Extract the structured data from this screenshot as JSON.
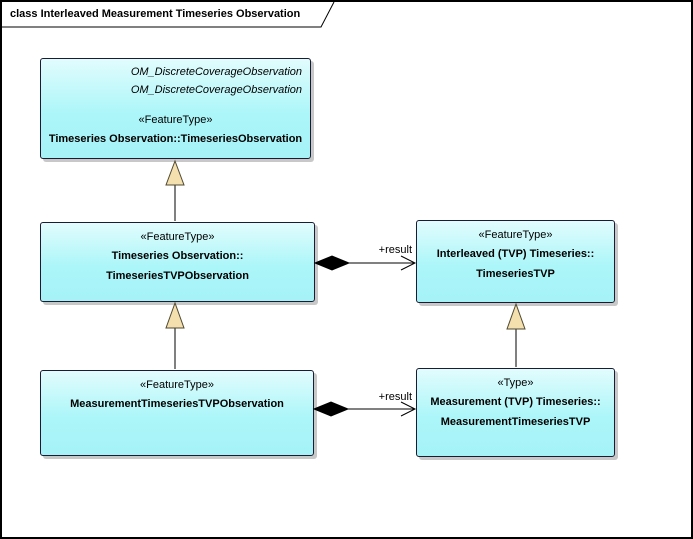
{
  "frame": {
    "label": "class Interleaved Measurement Timeseries Observation"
  },
  "nodes": [
    {
      "key": "timeseries-observation",
      "annotations": [
        "OM_DiscreteCoverageObservation",
        "OM_DiscreteCoverageObservation"
      ],
      "stereotype": "«FeatureType»",
      "name_lines": [
        "Timeseries Observation::TimeseriesObservation"
      ]
    },
    {
      "key": "timeseries-tvp-observation",
      "stereotype": "«FeatureType»",
      "name_lines": [
        "Timeseries Observation::",
        "TimeseriesTVPObservation"
      ]
    },
    {
      "key": "timeseries-tvp",
      "stereotype": "«FeatureType»",
      "name_lines": [
        "Interleaved (TVP) Timeseries::",
        "TimeseriesTVP"
      ]
    },
    {
      "key": "measurement-timeseries-tvp-observation",
      "stereotype": "«FeatureType»",
      "name_lines": [
        "MeasurementTimeseriesTVPObservation"
      ]
    },
    {
      "key": "measurement-timeseries-tvp",
      "stereotype": "«Type»",
      "name_lines": [
        "Measurement (TVP) Timeseries::",
        "MeasurementTimeseriesTVP"
      ]
    }
  ],
  "connectors": [
    {
      "type": "composition",
      "label": "+result",
      "from": "timeseries-tvp-observation",
      "to": "timeseries-tvp"
    },
    {
      "type": "composition",
      "label": "+result",
      "from": "measurement-timeseries-tvp-observation",
      "to": "measurement-timeseries-tvp"
    },
    {
      "type": "generalization",
      "from": "timeseries-tvp-observation",
      "to": "timeseries-observation"
    },
    {
      "type": "generalization",
      "from": "measurement-timeseries-tvp-observation",
      "to": "timeseries-tvp-observation"
    },
    {
      "type": "generalization",
      "from": "measurement-timeseries-tvp",
      "to": "timeseries-tvp"
    }
  ],
  "colors": {
    "node_fill_top": "#E2FCFD",
    "node_fill_bottom": "#A5F2F7",
    "node_border": "#1B1B33",
    "node_shadow": "#C8C8C8",
    "generalization_head_fill": "#F4DFAF",
    "generalization_head_stroke": "#4F4931",
    "connector_line": "#000000",
    "composition_diamond": "#000000",
    "frame_border": "#000000",
    "background": "#FFFFFF"
  }
}
